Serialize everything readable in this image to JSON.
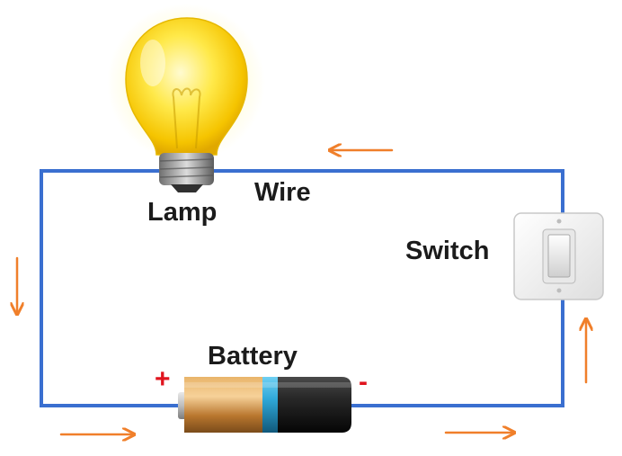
{
  "labels": {
    "lamp": "Lamp",
    "wire": "Wire",
    "switch": "Switch",
    "battery": "Battery",
    "positive": "+",
    "negative": "-"
  },
  "colors": {
    "wire": "#3a6fd0",
    "arrow": "#f07f2a",
    "terminal_sign": "#e0141e",
    "battery_copper": "#c98a3e",
    "battery_band": "#2fa8d8",
    "battery_body": "#141414",
    "bulb_glass": "#ffd81a",
    "switch_plate": "#f2f2f2"
  },
  "icons": {
    "lamp": "light-bulb-icon",
    "switch": "wall-switch-icon",
    "battery": "battery-icon",
    "arrow": "current-arrow-icon"
  }
}
